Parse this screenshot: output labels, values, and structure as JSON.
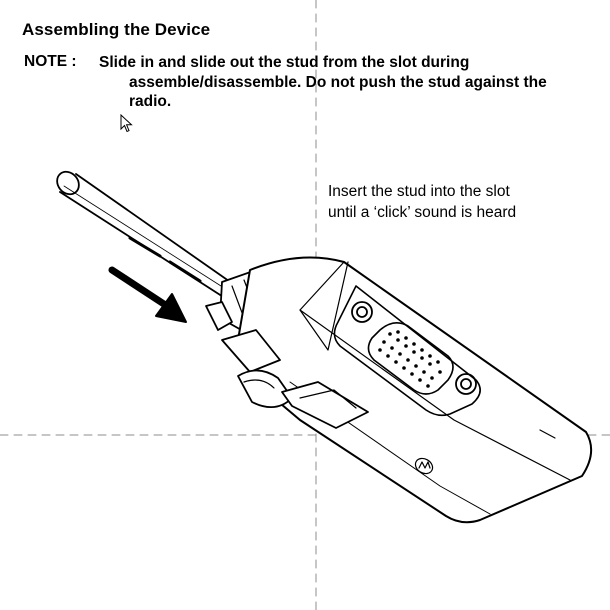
{
  "document": {
    "title": "Assembling the Device",
    "note": {
      "label": "NOTE :",
      "lines": [
        "Slide in and slide out the stud from the slot during",
        "assemble/disassemble.  Do not push the stud against the",
        "radio."
      ]
    }
  },
  "illustration": {
    "callout_lines": [
      "Insert the stud into the slot",
      "until a ‘click’ sound is heard"
    ],
    "icons": [
      "mouse-pointer-icon",
      "direction-arrow-icon",
      "logo-icon"
    ]
  }
}
